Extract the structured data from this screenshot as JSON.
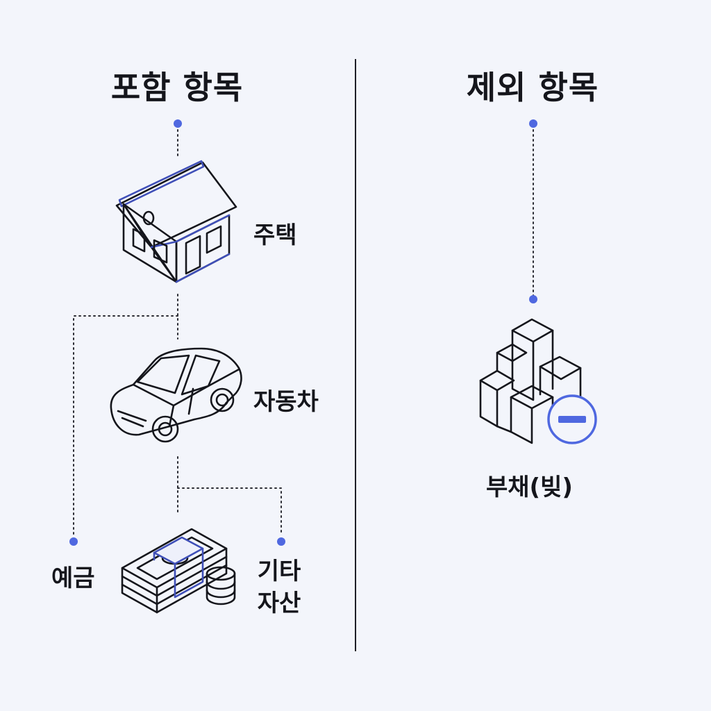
{
  "left": {
    "title": "포함 항목",
    "items": [
      {
        "label": "주택",
        "icon": "house-icon"
      },
      {
        "label": "자동차",
        "icon": "car-icon"
      },
      {
        "label": "예금",
        "icon": "cash-stack-icon"
      },
      {
        "label_lines": [
          "기타",
          "자산"
        ],
        "icon": "coins-icon"
      }
    ]
  },
  "right": {
    "title": "제외 항목",
    "items": [
      {
        "label": "부채(빚)",
        "icon": "debt-blocks-minus-icon"
      }
    ]
  },
  "colors": {
    "background": "#f3f5fb",
    "ink": "#15161c",
    "accent": "#4f68e0",
    "accent_stroke": "#3f4fb8"
  }
}
